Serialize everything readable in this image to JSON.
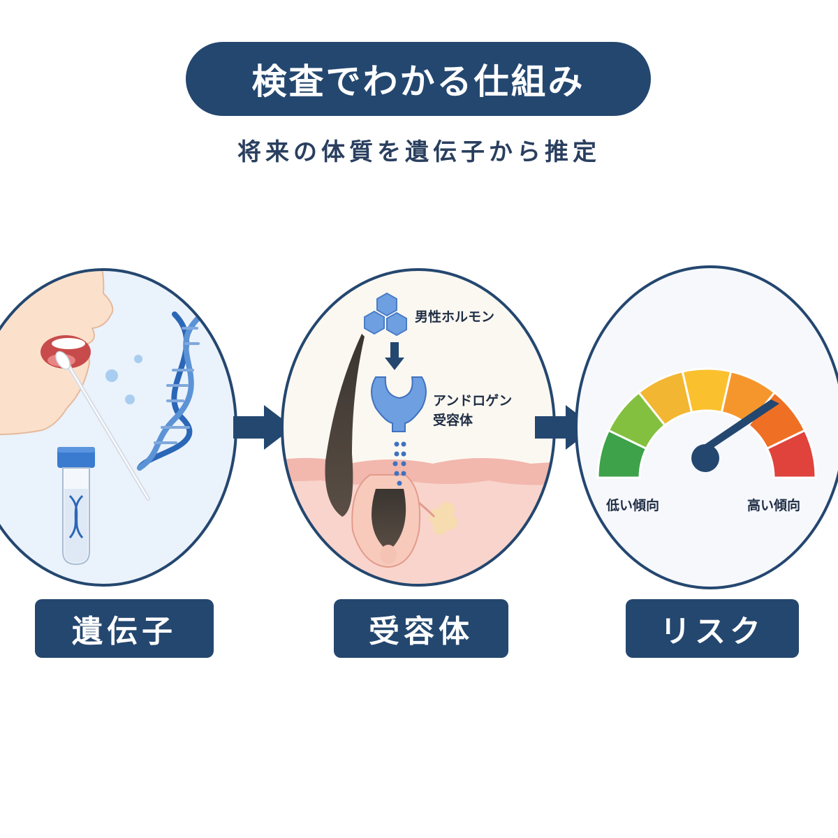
{
  "title": "検査でわかる仕組み",
  "subtitle": "将来の体質を遺伝子から推定",
  "steps": [
    {
      "label": "遺伝子"
    },
    {
      "label": "受容体",
      "hormone_label": "男性ホルモン",
      "receptor_label_line1": "アンドロゲン",
      "receptor_label_line2": "受容体"
    },
    {
      "label": "リスク",
      "gauge_low": "低い傾向",
      "gauge_high": "高い傾向"
    }
  ],
  "colors": {
    "navy": "#24476f",
    "gauge_segments": [
      "#3ea24a",
      "#84c03f",
      "#f2b632",
      "#fbc02d",
      "#f5962d",
      "#ef7024",
      "#e0423c"
    ]
  }
}
